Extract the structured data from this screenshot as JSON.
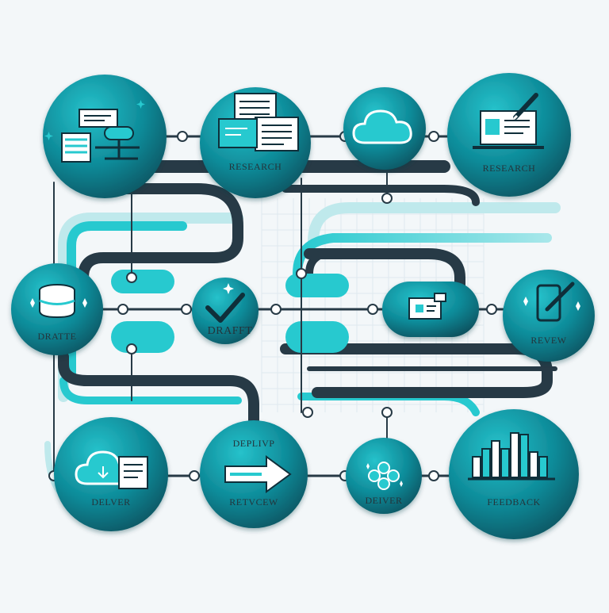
{
  "diagram": {
    "nodes": [
      {
        "id": "n1",
        "label": "",
        "icon": "computer-desk-icon"
      },
      {
        "id": "n2",
        "label": "RESEARCH",
        "icon": "documents-icon"
      },
      {
        "id": "n3",
        "label": "",
        "icon": "cloud-icon"
      },
      {
        "id": "n4",
        "label": "RESEARCH",
        "icon": "laptop-pen-icon"
      },
      {
        "id": "n5",
        "label": "DRATTE",
        "icon": "database-icon"
      },
      {
        "id": "n6",
        "label": "DRAFFT",
        "icon": "checkmark-icon"
      },
      {
        "id": "n7",
        "label": "",
        "icon": "document-card-icon"
      },
      {
        "id": "n8",
        "label": "REVEW",
        "icon": "tablet-pen-icon"
      },
      {
        "id": "n9",
        "label": "DELVER",
        "icon": "cloud-document-icon"
      },
      {
        "id": "n10",
        "label": "RETVCEW",
        "icon": "arrow-right-icon",
        "caption": "DEPLIVP"
      },
      {
        "id": "n11",
        "label": "DEIVER",
        "icon": "molecule-icon"
      },
      {
        "id": "n12",
        "label": "FEEDBACK",
        "icon": "bar-chart-icon"
      }
    ],
    "colors": {
      "circle_light": "#1fb3be",
      "circle_dark": "#0a5f6d",
      "pipe_dark": "#273a46",
      "pipe_teal": "#27c9cf",
      "pipe_light": "#bfe9ec",
      "background": "#f3f7f9"
    }
  }
}
